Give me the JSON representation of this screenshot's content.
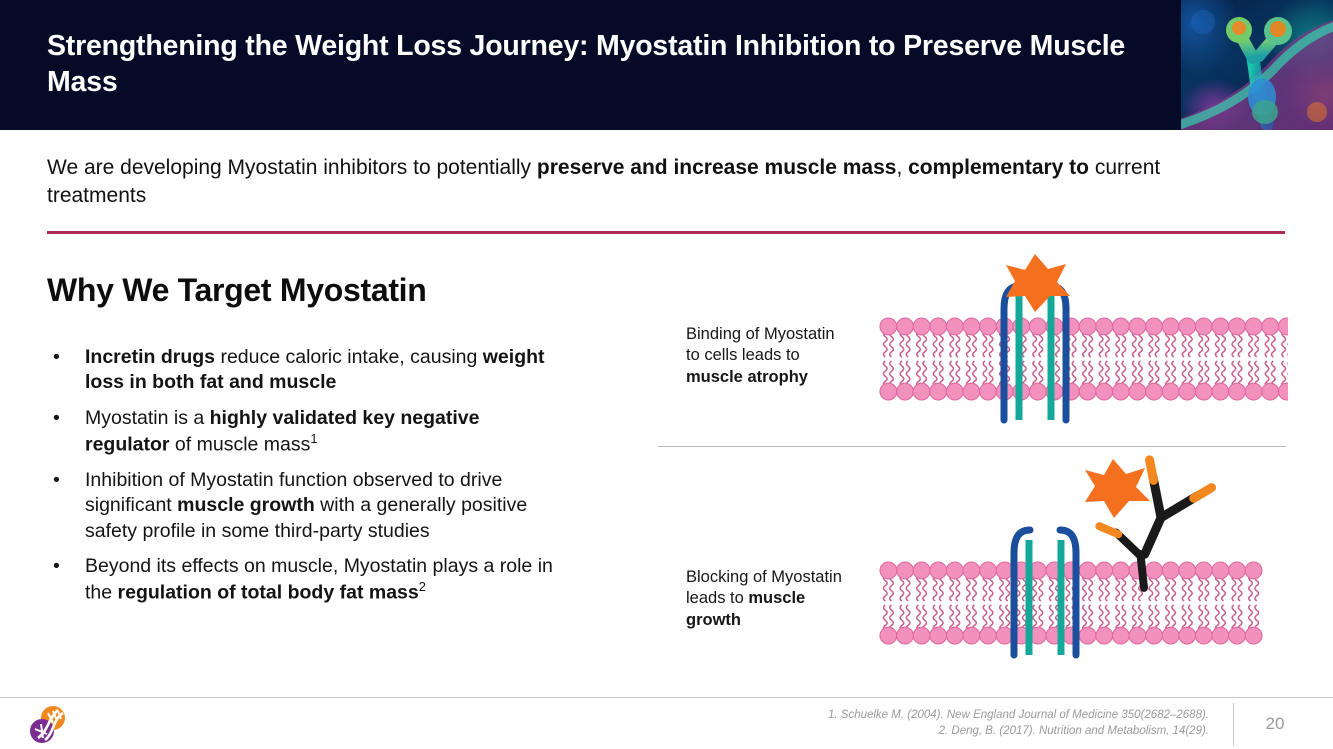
{
  "header": {
    "title": "Strengthening the Weight Loss Journey: Myostatin Inhibition to Preserve Muscle Mass",
    "background_color": "#050b27",
    "art_name": "antibody-3d-render"
  },
  "subtitle": {
    "part1": "We are developing Myostatin inhibitors to potentially ",
    "bold1": "preserve and increase muscle mass",
    "part2": ", ",
    "bold2": "complementary to",
    "part3": " current treatments"
  },
  "accent_color": "#b02a58",
  "section": {
    "title": "Why We Target Myostatin"
  },
  "bullets": [
    {
      "marker": "•",
      "segments": [
        {
          "text": "Incretin drugs",
          "bold": true
        },
        {
          "text": " reduce caloric intake, causing ",
          "bold": false
        },
        {
          "text": "weight loss in both fat and muscle",
          "bold": true
        }
      ]
    },
    {
      "marker": "•",
      "segments": [
        {
          "text": "Myostatin is a ",
          "bold": false
        },
        {
          "text": "highly validated key negative regulator",
          "bold": true
        },
        {
          "text": " of muscle mass",
          "bold": false
        },
        {
          "text": "1",
          "sup": true
        }
      ]
    },
    {
      "marker": "•",
      "segments": [
        {
          "text": "Inhibition of Myostatin function observed to drive significant ",
          "bold": false
        },
        {
          "text": "muscle growth",
          "bold": true
        },
        {
          "text": " with a generally positive safety profile in some third-party studies",
          "bold": false
        }
      ]
    },
    {
      "marker": "•",
      "segments": [
        {
          "text": "Beyond its effects on muscle, Myostatin plays a role in the ",
          "bold": false
        },
        {
          "text": "regulation of total body fat mass",
          "bold": true
        },
        {
          "text": "2",
          "sup": true
        }
      ]
    }
  ],
  "diagrams": [
    {
      "name": "myostatin-binding-diagram",
      "caption_segments": [
        {
          "text": "Binding of Myostatin to cells leads to ",
          "bold": false
        },
        {
          "text": "muscle atrophy",
          "bold": true
        }
      ],
      "elements": [
        "lipid-bilayer",
        "receptor",
        "myostatin-ligand-bound"
      ]
    },
    {
      "name": "myostatin-blocking-diagram",
      "caption_segments": [
        {
          "text": "Blocking of Myostatin leads to ",
          "bold": false
        },
        {
          "text": "muscle growth",
          "bold": true
        }
      ],
      "elements": [
        "lipid-bilayer",
        "receptor",
        "myostatin-ligand-free",
        "antibody"
      ]
    }
  ],
  "diagram_colors": {
    "lipid_head": "#f291bd",
    "lipid_head_stroke": "#e06aa0",
    "lipid_tail": "#c9608f",
    "receptor_outer": "#1b4f9c",
    "receptor_inner": "#14a89a",
    "myostatin": "#f4701f",
    "antibody": "#1a1a1a",
    "antibody_tip": "#f4871f"
  },
  "footer": {
    "footnote_1": "1. Schuelke M. (2004). New England Journal of Medicine 350(2682–2688).",
    "footnote_2": "2. Deng, B. (2017). Nutrition and Metabolism, 14(29).",
    "page_number": "20",
    "logo_name": "company-logo"
  }
}
